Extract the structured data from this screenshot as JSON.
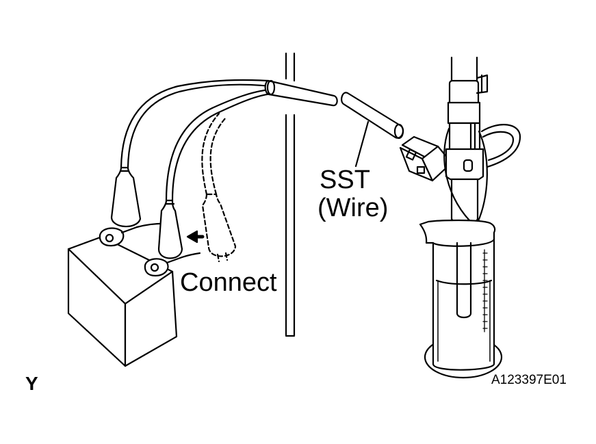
{
  "labels": {
    "connect": "Connect",
    "sst": "SST",
    "wire": "(Wire)",
    "figure_code": "A123397E01",
    "view_letter": "Y"
  },
  "colors": {
    "ink": "#000000",
    "paper": "#ffffff"
  }
}
